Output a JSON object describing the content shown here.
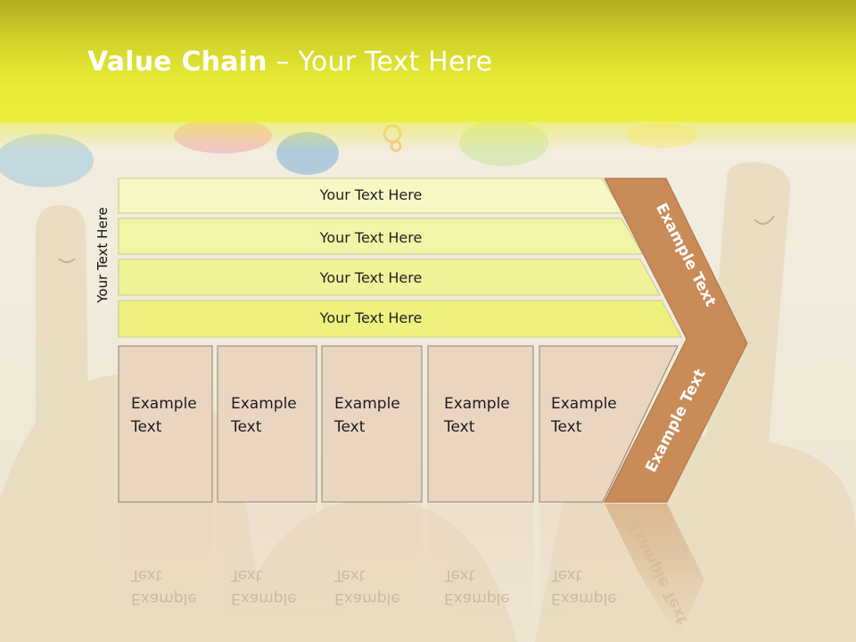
{
  "slide": {
    "title_bold": "Value Chain",
    "title_rest": " – Your Text Here",
    "side_label": "Your Text Here"
  },
  "bars": [
    {
      "label": "Your Text Here"
    },
    {
      "label": "Your Text Here"
    },
    {
      "label": "Your Text Here"
    },
    {
      "label": "Your Text Here"
    }
  ],
  "boxes": [
    {
      "label": "Example\nText"
    },
    {
      "label": "Example\nText"
    },
    {
      "label": "Example\nText"
    },
    {
      "label": "Example\nText"
    },
    {
      "label": "Example\nText"
    }
  ],
  "chevron": {
    "upper_label": "Example Text",
    "lower_label": "Example Text"
  },
  "colors": {
    "header": "#e8eb35",
    "bar_fill": "#f3f5a2",
    "box_fill": "#ead5c1",
    "chevron": "#c98b57"
  }
}
